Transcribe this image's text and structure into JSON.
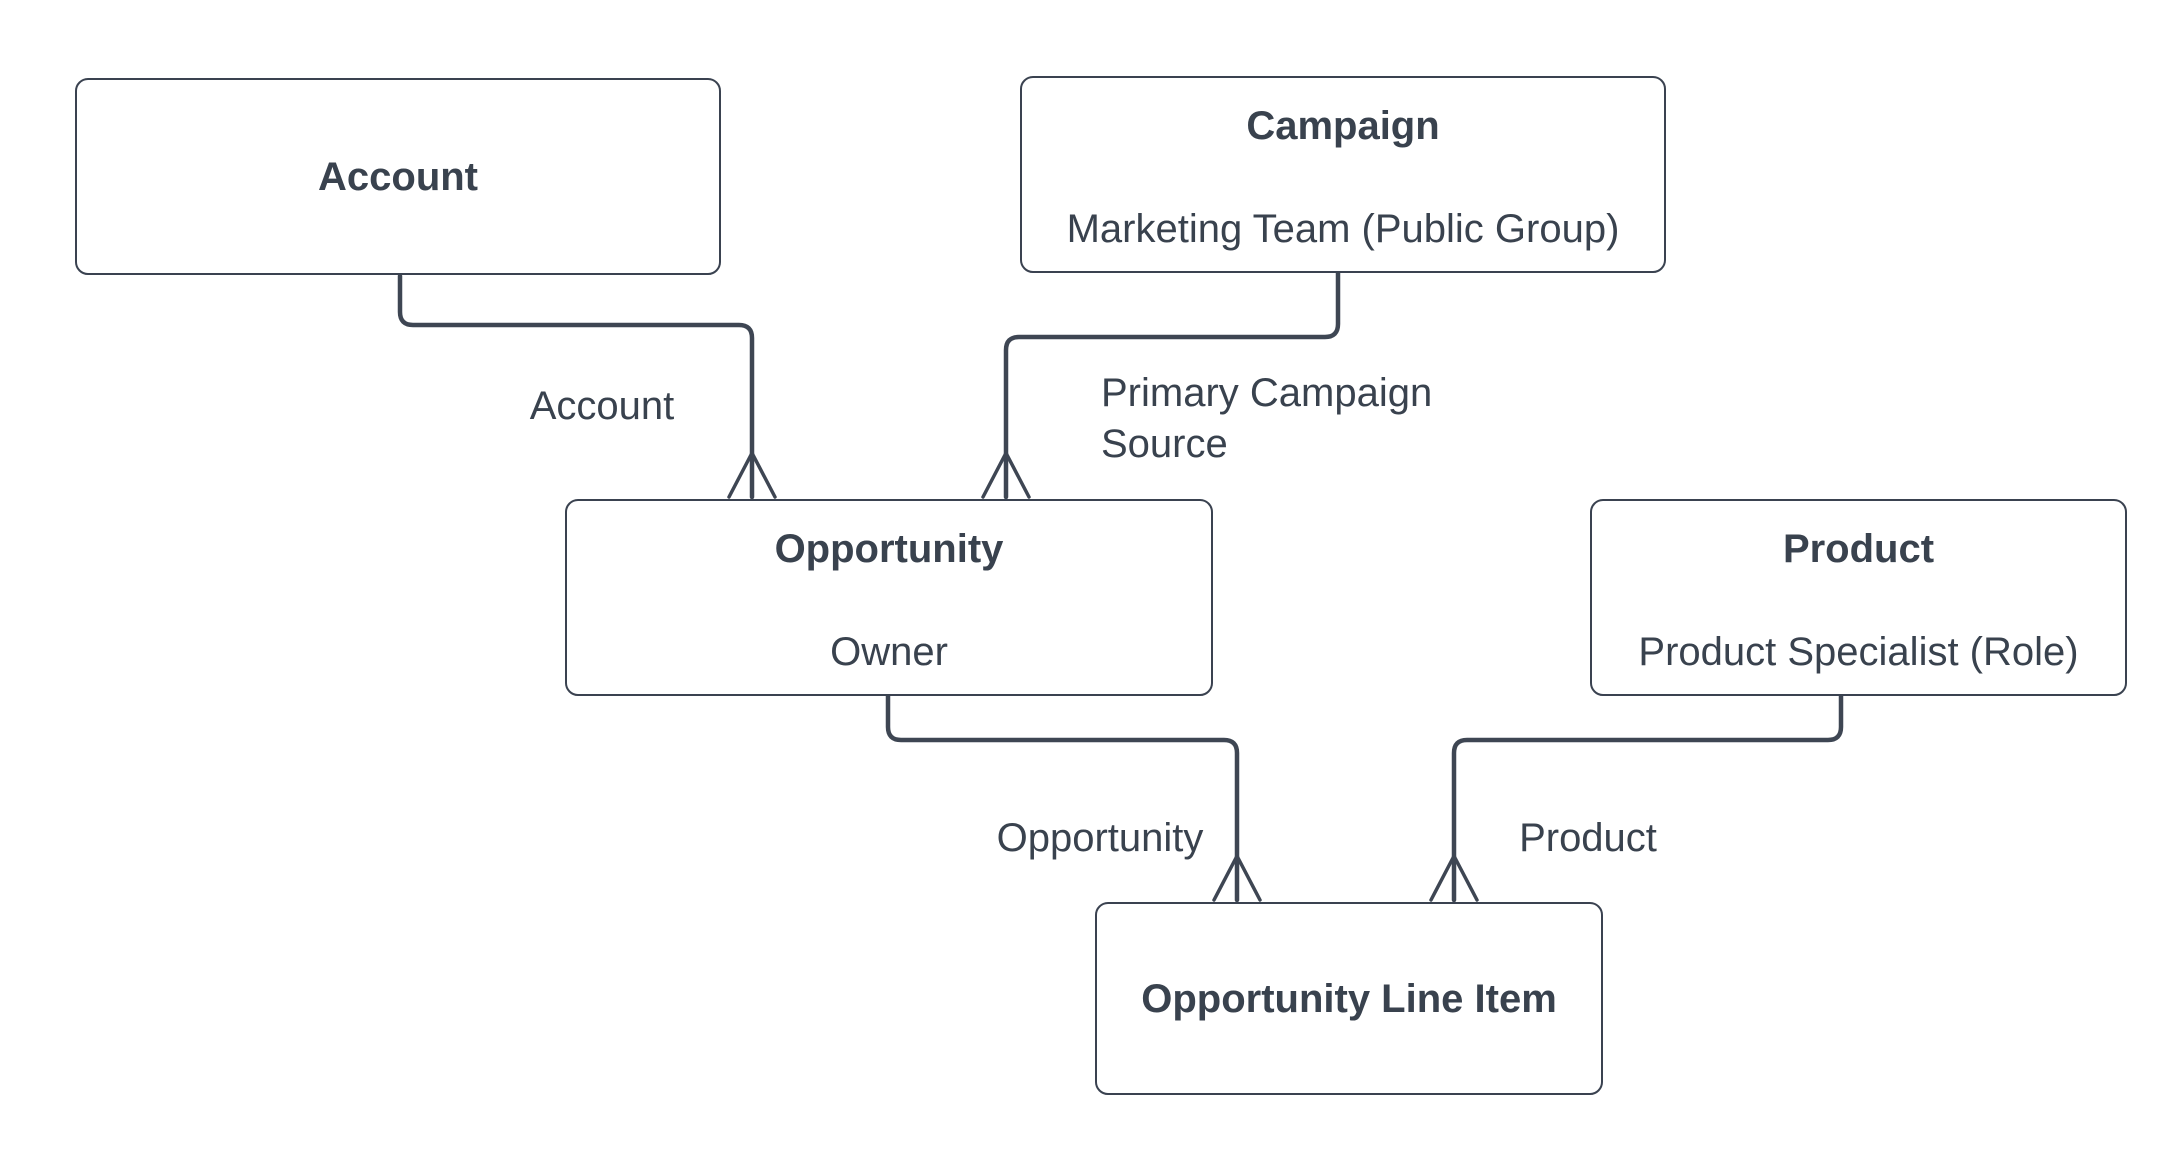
{
  "diagram": {
    "kind": "entity-relationship-diagram",
    "colors": {
      "background": "#ffffff",
      "line": "#3e4653",
      "box_border": "#3a4250",
      "text": "#39424e"
    },
    "entities": [
      {
        "id": "account",
        "title": "Account",
        "subtitle": ""
      },
      {
        "id": "campaign",
        "title": "Campaign",
        "subtitle": "Marketing Team (Public Group)"
      },
      {
        "id": "opportunity",
        "title": "Opportunity",
        "subtitle": "Owner"
      },
      {
        "id": "product",
        "title": "Product",
        "subtitle": "Product Specialist (Role)"
      },
      {
        "id": "opportunity-line-item",
        "title": "Opportunity Line Item",
        "subtitle": ""
      }
    ],
    "relationships": [
      {
        "from": "Account",
        "to": "Opportunity",
        "label": "Account",
        "cardinality_marker": "crows-foot-many"
      },
      {
        "from": "Campaign",
        "to": "Opportunity",
        "label": "Primary Campaign\nSource",
        "cardinality_marker": "crows-foot-many"
      },
      {
        "from": "Opportunity",
        "to": "Opportunity Line Item",
        "label": "Opportunity",
        "cardinality_marker": "crows-foot-many"
      },
      {
        "from": "Product",
        "to": "Opportunity Line Item",
        "label": "Product",
        "cardinality_marker": "crows-foot-many"
      }
    ]
  }
}
